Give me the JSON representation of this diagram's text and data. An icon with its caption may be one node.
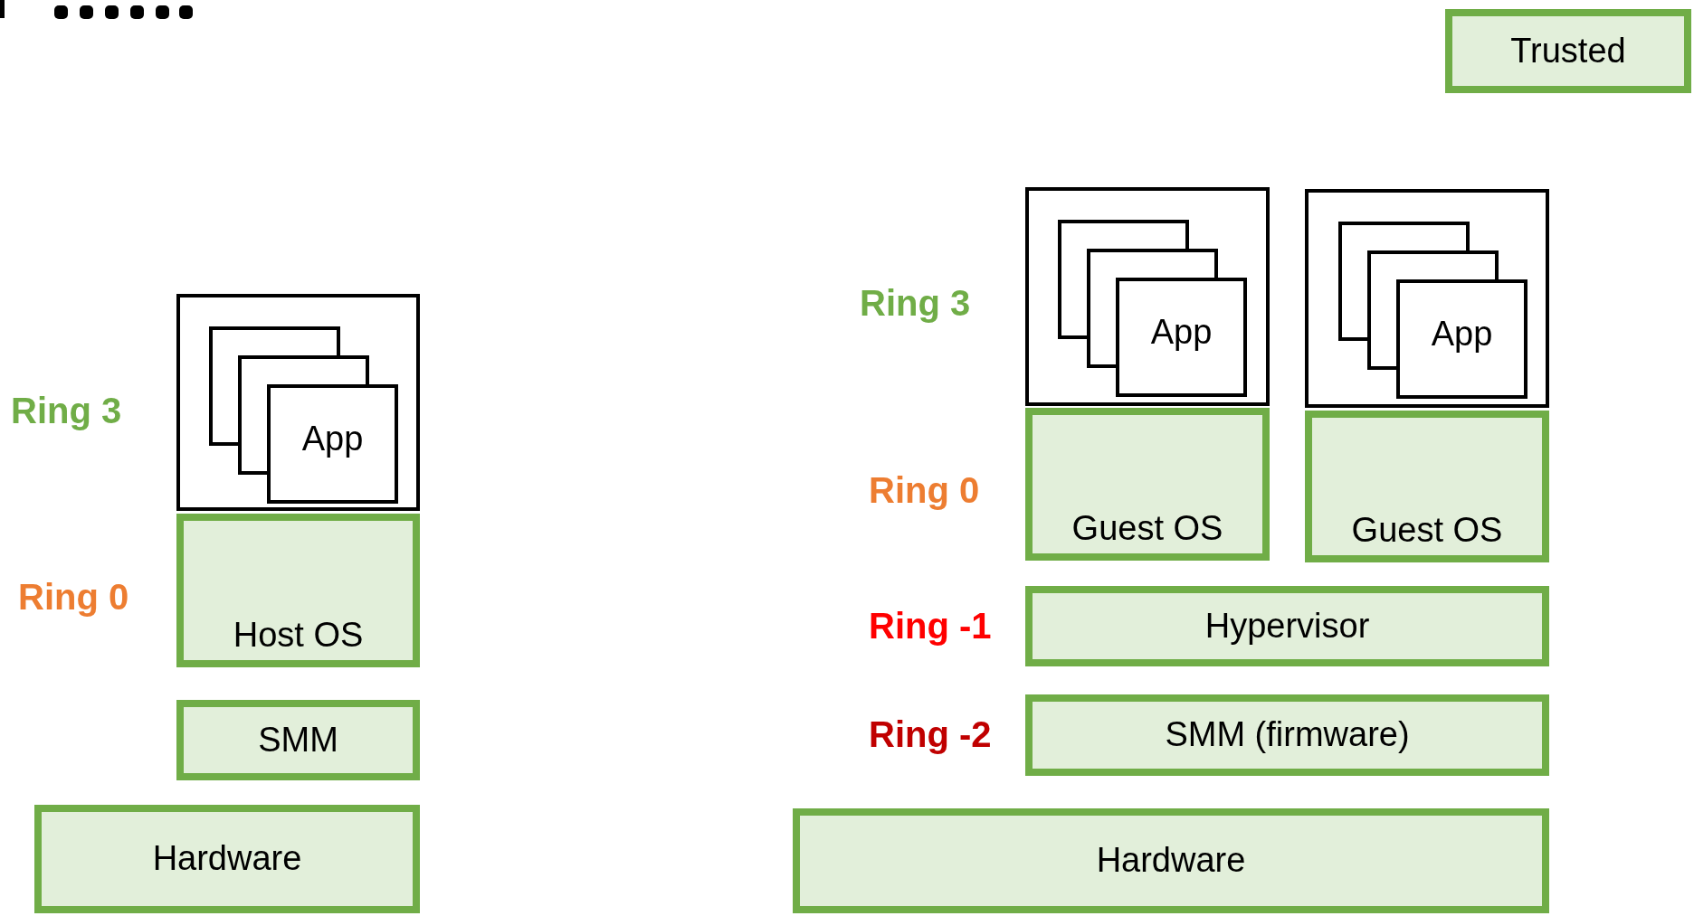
{
  "diagram": {
    "nodes": [
      {
        "text": [],
        "shape": "box"
      },
      {
        "text": [
          "App"
        ],
        "in": 0
      },
      {
        "text": [
          "Host OS"
        ]
      },
      {
        "text": [
          "SMM"
        ]
      },
      {
        "text": [
          "Hardware"
        ]
      },
      {
        "text": [],
        "shape": "box"
      },
      {
        "text": [
          "App"
        ],
        "in": 5
      },
      {
        "text": [
          "Guest OS"
        ]
      },
      {
        "text": [],
        "shape": "box"
      },
      {
        "text": [
          "App"
        ],
        "in": 8
      },
      {
        "text": [
          "Guest OS"
        ]
      },
      {
        "text": [
          "Hypervisor"
        ]
      },
      {
        "text": [
          "SMM (firmware)"
        ]
      },
      {
        "text": [
          "Hardware"
        ]
      }
    ],
    "labels": [
      "Ring 3",
      "Ring 0",
      "Ring 3",
      "Ring 0",
      "Ring -1",
      "Ring -2"
    ],
    "legend": [
      {
        "text": "Trusted",
        "color": "#e2efda"
      }
    ]
  }
}
